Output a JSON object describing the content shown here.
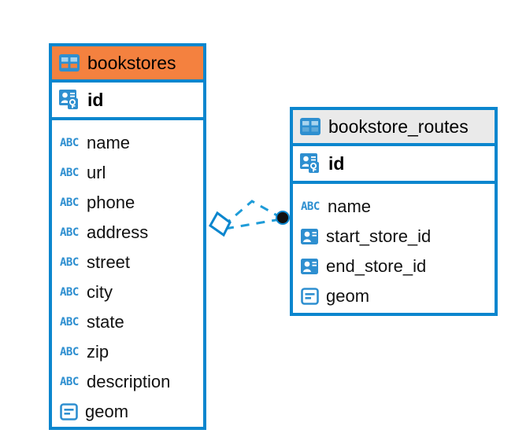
{
  "diagram": {
    "type": "entity-relationship-diagram",
    "background": "#ffffff",
    "accent_blue": "#0b86ce",
    "highlight_orange": "#f4813f",
    "header_grey": "#eaeaea"
  },
  "entities": [
    {
      "name": "bookstores",
      "header_style": "orange",
      "table_icon": "table-icon",
      "primary_key": {
        "label": "id",
        "icon": "primary-key-icon"
      },
      "fields": [
        {
          "label": "name",
          "icon": "abc-text-icon"
        },
        {
          "label": "url",
          "icon": "abc-text-icon"
        },
        {
          "label": "phone",
          "icon": "abc-text-icon"
        },
        {
          "label": "address",
          "icon": "abc-text-icon"
        },
        {
          "label": "street",
          "icon": "abc-text-icon"
        },
        {
          "label": "city",
          "icon": "abc-text-icon"
        },
        {
          "label": "state",
          "icon": "abc-text-icon"
        },
        {
          "label": "zip",
          "icon": "abc-text-icon"
        },
        {
          "label": "description",
          "icon": "abc-text-icon"
        },
        {
          "label": "geom",
          "icon": "geometry-icon"
        }
      ]
    },
    {
      "name": "bookstore_routes",
      "header_style": "grey",
      "table_icon": "table-icon",
      "primary_key": {
        "label": "id",
        "icon": "primary-key-icon"
      },
      "fields": [
        {
          "label": "name",
          "icon": "abc-text-icon"
        },
        {
          "label": "start_store_id",
          "icon": "foreign-key-icon"
        },
        {
          "label": "end_store_id",
          "icon": "foreign-key-icon"
        },
        {
          "label": "geom",
          "icon": "geometry-icon"
        }
      ]
    }
  ],
  "relationship": {
    "style": "dashed",
    "color": "#0b86ce",
    "source_marker": "rhombus-marker",
    "target_marker": "filled-circle-marker",
    "source_entity": "bookstores",
    "target_entity": "bookstore_routes"
  },
  "icon_glyphs": {
    "abc-text-icon": "ABC"
  }
}
